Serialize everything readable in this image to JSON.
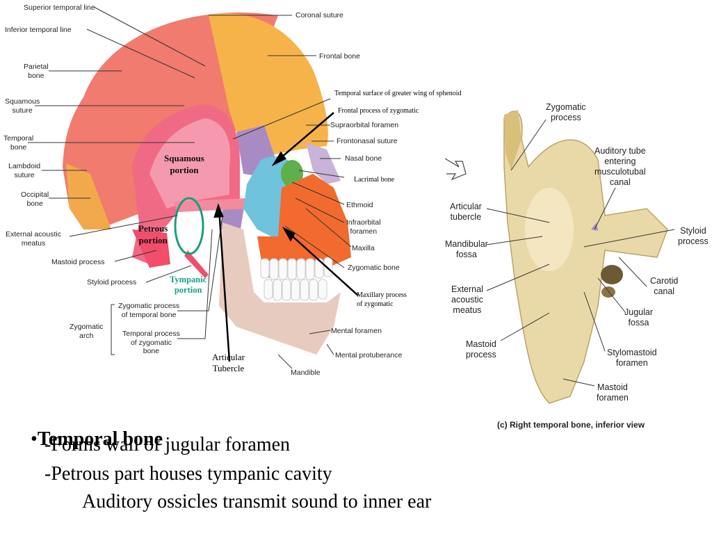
{
  "skull_labels_left": {
    "superior_temporal_line": "Superior temporal line",
    "inferior_temporal_line": "Inferior temporal line",
    "parietal_bone": "Parietal\nbone",
    "squamous_suture": "Squamous\nsuture",
    "temporal_bone": "Temporal\nbone",
    "lambdoid_suture": "Lambdoid\nsuture",
    "occipital_bone": "Occipital\nbone",
    "external_acoustic_meatus": "External acoustic\nmeatus",
    "mastoid_process": "Mastoid process",
    "styloid_process": "Styloid process",
    "zygomatic_process_temporal": "Zygomatic process\nof temporal bone",
    "zygomatic_arch": "Zygomatic\narch",
    "temporal_process_zygomatic": "Temporal process\nof zygomatic\nbone"
  },
  "skull_labels_right": {
    "coronal_suture": "Coronal suture",
    "frontal_bone": "Frontal bone",
    "temporal_surface_sphenoid": "Temporal surface of greater wing of sphenoid",
    "frontal_process_zygomatic": "Frontal process of zygomatic",
    "supraorbital_foramen": "Supraorbital foramen",
    "frontonasal_suture": "Frontonasal suture",
    "nasal_bone": "Nasal bone",
    "lacrimal_bone": "Lacrimal bone",
    "ethmoid": "Ethmoid",
    "infraorbital_foramen": "Infraorbital\nforamen",
    "maxilla": "Maxilla",
    "zygomatic_bone": "Zygomatic bone",
    "maxillary_process_zygomatic": "Maxillary process\nof zygomatic",
    "mental_foramen": "Mental foramen",
    "mental_protuberance": "Mental protuberance",
    "mandible": "Mandible"
  },
  "skull_overlay": {
    "squamous_portion": "Squamous\nportion",
    "petrous_portion": "Petrous\nportion",
    "tympanic_portion": "Tympanic\nportion",
    "articular_tubercle": "Articular\nTubercle"
  },
  "inferior_view_labels": {
    "zygomatic_process": "Zygomatic\nprocess",
    "auditory_tube": "Auditory tube\nentering\nmusculotubal\ncanal",
    "articular_tubercle": "Articular\ntubercle",
    "styloid_process": "Styloid\nprocess",
    "mandibular_fossa": "Mandibular\nfossa",
    "carotid_canal": "Carotid\ncanal",
    "external_acoustic_meatus": "External\nacoustic\nmeatus",
    "jugular_fossa": "Jugular\nfossa",
    "mastoid_process": "Mastoid\nprocess",
    "stylomastoid_foramen": "Stylomastoid\nforamen",
    "mastoid_foramen": "Mastoid\nforamen",
    "caption": "(c) Right temporal bone,  inferior view"
  },
  "bullets": {
    "marker": "•",
    "heading": "Temporal bone",
    "line1": "-Forms wall of jugular foramen",
    "line2": "-Petrous part houses tympanic cavity",
    "line3": "Auditory ossicles transmit sound to inner ear"
  },
  "colors": {
    "parietal": "#f07b6e",
    "frontal": "#f6b34a",
    "occipital": "#f2a94c",
    "temporal": "#f06a86",
    "sphenoid": "#a98bc4",
    "zygomatic": "#6fc3dd",
    "maxilla": "#f26a2e",
    "mandible": "#e8cbbf",
    "bone_tan": "#ead9a8",
    "tympanic_ring": "#1a9c7a"
  }
}
